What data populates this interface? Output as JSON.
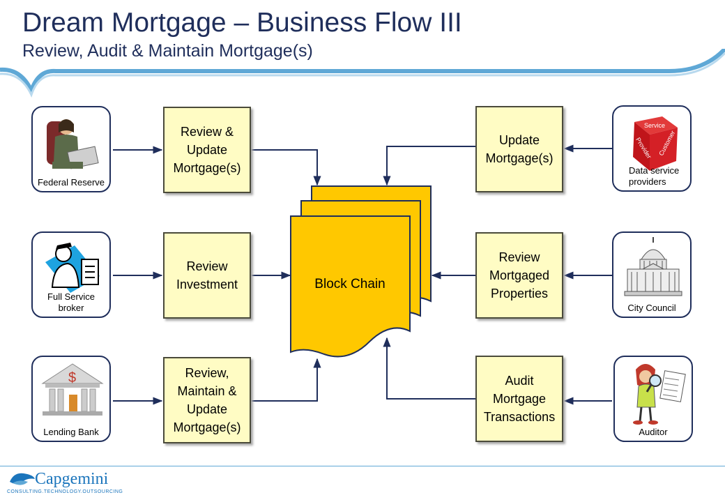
{
  "header": {
    "title": "Dream Mortgage – Business Flow III",
    "subtitle": "Review, Audit & Maintain Mortgage(s)"
  },
  "actors": {
    "federal_reserve": "Federal Reserve",
    "full_service_broker": "Full Service broker",
    "lending_bank": "Lending Bank",
    "data_service_providers": "Data service providers",
    "city_council": "City Council",
    "auditor": "Auditor",
    "dice_words": [
      "Service",
      "Provider",
      "Customer"
    ]
  },
  "processes": {
    "review_update_left": "Review & Update Mortgage(s)",
    "review_investment": "Review Investment",
    "review_maintain_update": "Review, Maintain & Update Mortgage(s)",
    "update_mortgage": "Update Mortgage(s)",
    "review_properties": "Review Mortgaged Properties",
    "audit_transactions": "Audit Mortgage Transactions"
  },
  "center": {
    "label": "Block Chain"
  },
  "footer": {
    "brand": "Capgemini",
    "tagline": "CONSULTING.TECHNOLOGY.OUTSOURCING"
  },
  "colors": {
    "title": "#1f2e5b",
    "accent": "#1b75bc",
    "process_fill": "#fffcc4",
    "blockchain_fill": "#ffc800"
  }
}
